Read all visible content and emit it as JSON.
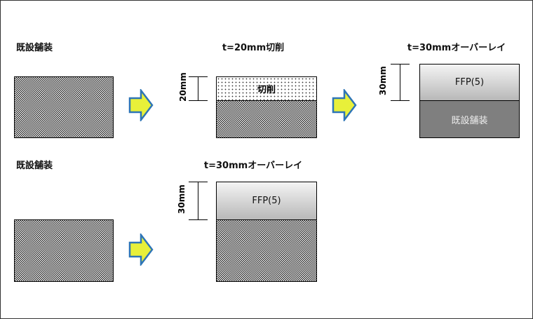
{
  "labels": {
    "existing": "既設舗装",
    "milling_title": "t=20mm切削",
    "overlay_title": "t=30mmオーバーレイ"
  },
  "layers": {
    "milling": "切削",
    "ffp": "FFP(5)",
    "existing": "既設舗装"
  },
  "dimensions": {
    "d20": "20mm",
    "d30": "30mm"
  },
  "colors": {
    "arrow_fill": "#e8f03a",
    "arrow_stroke": "#2e75b6",
    "existing_gray": "#7f7f7f"
  }
}
